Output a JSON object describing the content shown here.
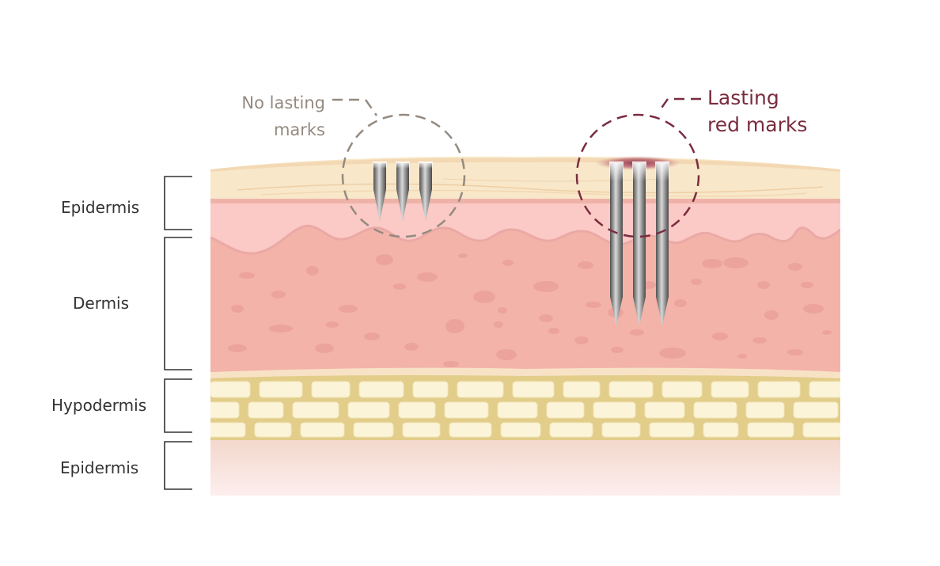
{
  "labels": {
    "epidermis_top": "Epidermis",
    "dermis": "Dermis",
    "hypodermis": "Hypodermis",
    "epidermis_bottom": "Epidermis"
  },
  "callouts": {
    "left": {
      "line1": "No lasting",
      "line2": "marks"
    },
    "right": {
      "line1": "Lasting",
      "line2": "red marks"
    }
  },
  "colors": {
    "epidermis": "#f8e7c8",
    "dermis": "#f3b3a8",
    "hypodermis": "#e2cd8a",
    "fat_cell": "#fbf4d9",
    "needle": "#6e6e6e",
    "callout_left": "#948a80",
    "callout_right": "#7a2c3f",
    "red_mark": "#8b2a45"
  }
}
